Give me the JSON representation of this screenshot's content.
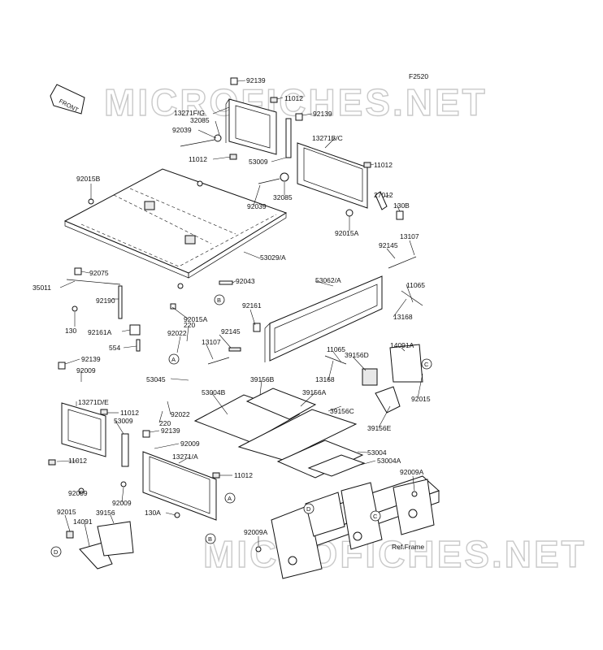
{
  "figure_code": "F2520",
  "watermark": [
    "MICROFICHES.NET",
    "MICROFICHES.NET"
  ],
  "front_label": "FRONT",
  "ref_label": "Ref.Frame",
  "callouts": [
    "A",
    "B",
    "C",
    "D"
  ],
  "part_numbers": [
    "92139",
    "11012",
    "13271F/G",
    "32085",
    "92039",
    "11012",
    "92139",
    "13271B/C",
    "53009",
    "11012",
    "32085",
    "92039",
    "27012",
    "130B",
    "92015B",
    "92015A",
    "92145",
    "13107",
    "53029/A",
    "11065",
    "92075",
    "53062/A",
    "35011",
    "92043",
    "13168",
    "130",
    "92190",
    "92015A",
    "92161A",
    "92161",
    "554",
    "220",
    "92022",
    "92145",
    "13107",
    "11065",
    "14091A",
    "39156D",
    "39156B",
    "39156A",
    "53045",
    "92139",
    "92009",
    "53004B",
    "13168",
    "92015",
    "13271D/E",
    "11012",
    "53009",
    "92022",
    "39156C",
    "220",
    "92139",
    "39156E",
    "92009",
    "13271/A",
    "53004",
    "53004A",
    "11012",
    "11012",
    "92009",
    "92009",
    "92009A",
    "92015",
    "130A",
    "14091",
    "39156",
    "92009A"
  ]
}
